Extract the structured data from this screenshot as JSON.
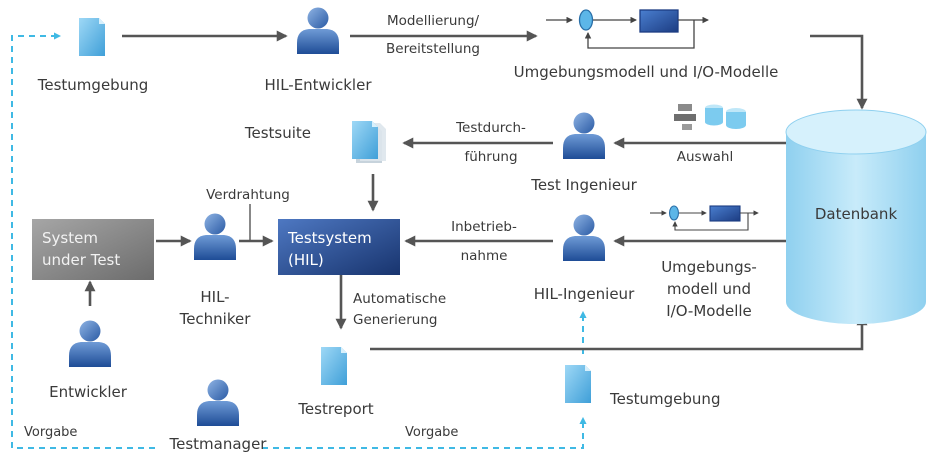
{
  "nodes": {
    "testumgebung_top": "Testumgebung",
    "hil_entwickler": "HIL-Entwickler",
    "umgebungsmodell_top": "Umgebungsmodell und I/O-Modelle",
    "datenbank": "Datenbank",
    "testsuite": "Testsuite",
    "test_ingenieur": "Test Ingenieur",
    "sut_line1": "System",
    "sut_line2": "under Test",
    "hil_techniker_line1": "HIL-",
    "hil_techniker_line2": "Techniker",
    "testsystem_line1": "Testsystem",
    "testsystem_line2": "(HIL)",
    "hil_ingenieur": "HIL-Ingenieur",
    "entwickler": "Entwickler",
    "testmanager": "Testmanager",
    "testreport": "Testreport",
    "testumgebung_bottom": "Testumgebung",
    "umgebungsmodell_mid_line1": "Umgebungs-",
    "umgebungsmodell_mid_line2": "modell und",
    "umgebungsmodell_mid_line3": "I/O-Modelle"
  },
  "edges": {
    "modellierung_line1": "Modellierung/",
    "modellierung_line2": "Bereitstellung",
    "testdurchfuehrung_line1": "Testdurch-",
    "testdurchfuehrung_line2": "führung",
    "auswahl": "Auswahl",
    "verdrahtung": "Verdrahtung",
    "inbetriebnahme_line1": "Inbetrieb-",
    "inbetriebnahme_line2": "nahme",
    "automatische_line1": "Automatische",
    "automatische_line2": "Generierung",
    "vorgabe_left": "Vorgabe",
    "vorgabe_right": "Vorgabe"
  },
  "colors": {
    "arrow": "#555555",
    "dashed": "#3fb9e4",
    "person": "#2a5aa4",
    "document": "#5cb6e8",
    "testsystem": "#2c4f9a",
    "sut": "#8a8a8a",
    "database": "#aadcf3"
  }
}
